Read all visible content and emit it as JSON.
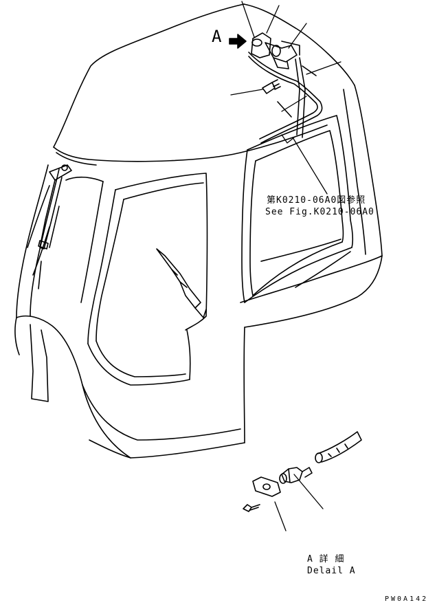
{
  "callout_letter": "A",
  "reference_note": {
    "japanese": "第K0210-06A0図参照",
    "english": "See Fig.K0210-06A0"
  },
  "detail_caption": {
    "japanese": "A 詳 細",
    "english": "Delail A"
  },
  "drawing_code": "PW0A142",
  "colors": {
    "line": "#000000",
    "background": "#ffffff"
  }
}
